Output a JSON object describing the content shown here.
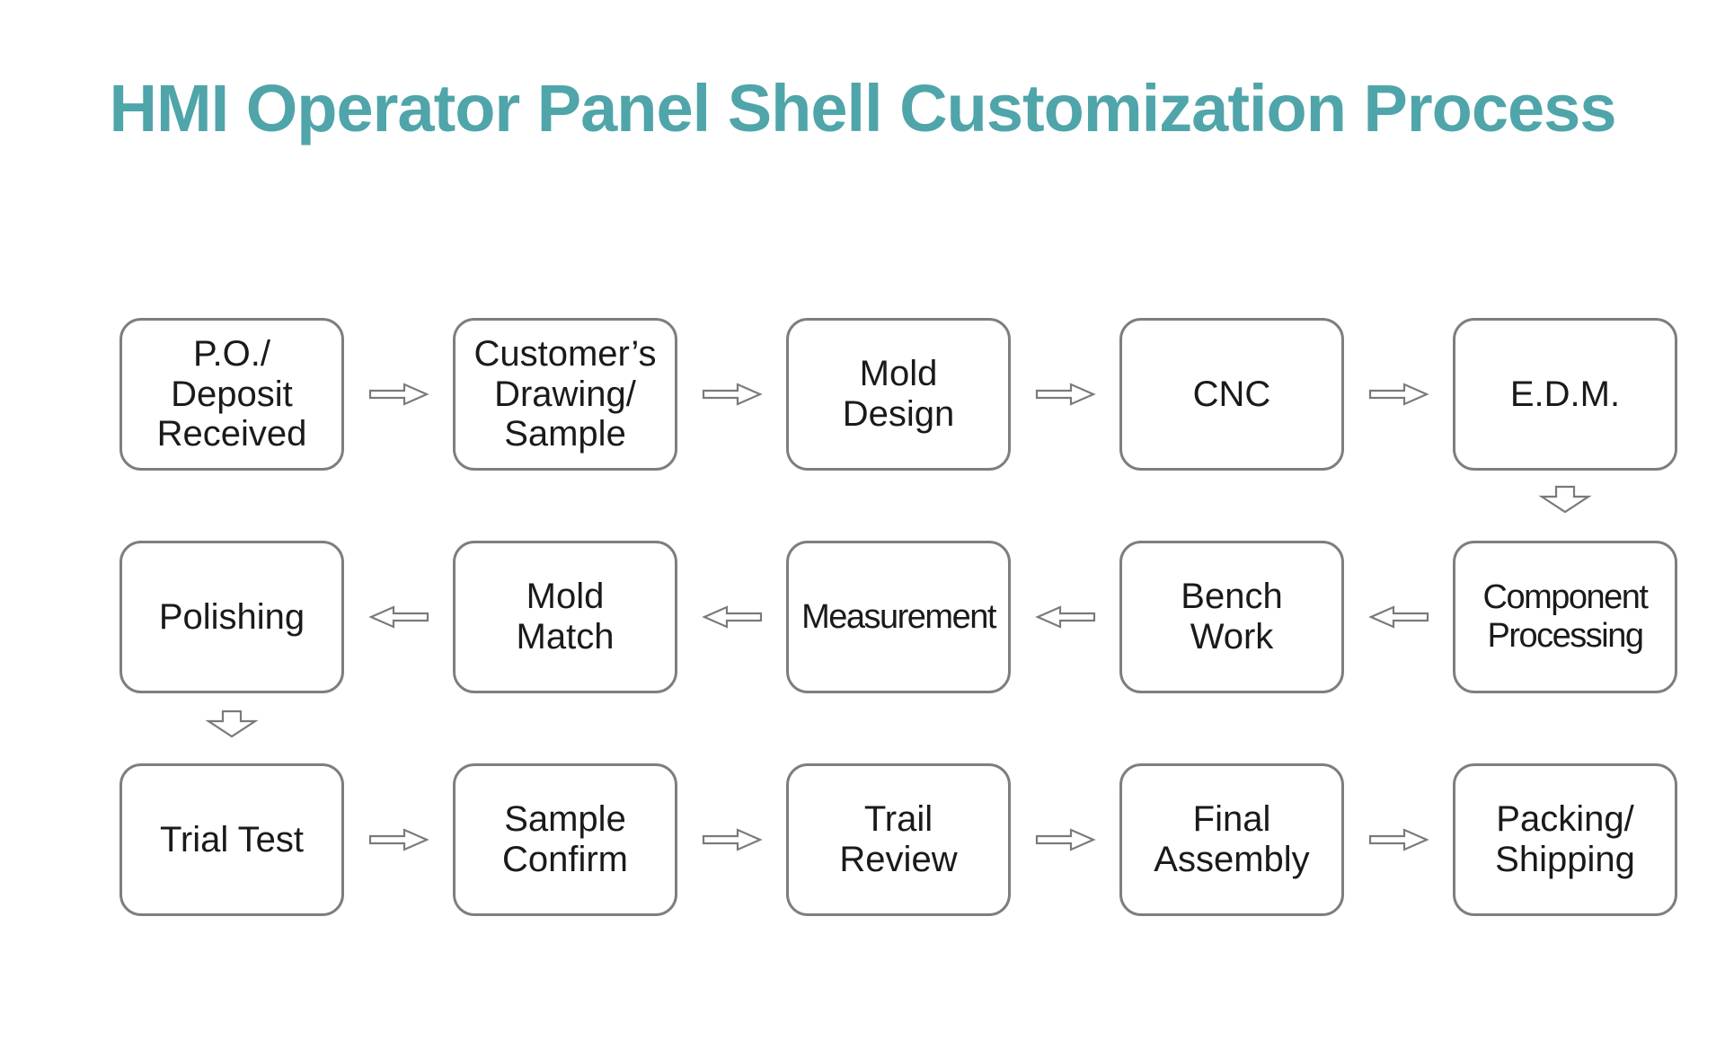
{
  "title": {
    "text": "HMI Operator Panel Shell Customization Process",
    "color": "#4FA5A9"
  },
  "colors": {
    "accent": "#4FA5A9",
    "box_border": "#7E7E7E",
    "arrow_outline": "#7A7A7A",
    "box_text": "#1A1A1A",
    "background": "#FFFFFF"
  },
  "flow": {
    "rows": [
      {
        "arrow_direction": "right",
        "steps": [
          "P.O./\nDeposit\nReceived",
          "Customer’s\nDrawing/\nSample",
          "Mold\nDesign",
          "CNC",
          "E.D.M."
        ]
      },
      {
        "arrow_direction": "left",
        "steps": [
          "Polishing",
          "Mold\nMatch",
          "Measurement",
          "Bench\nWork",
          "Component\nProcessing"
        ]
      },
      {
        "arrow_direction": "right",
        "steps": [
          "Trial Test",
          "Sample\nConfirm",
          "Trail\nReview",
          "Final\nAssembly",
          "Packing/\nShipping"
        ]
      }
    ],
    "down_connectors": [
      {
        "from": "E.D.M.",
        "to": "Component\nProcessing",
        "direction": "down"
      },
      {
        "from": "Polishing",
        "to": "Trial Test",
        "direction": "down"
      }
    ]
  }
}
